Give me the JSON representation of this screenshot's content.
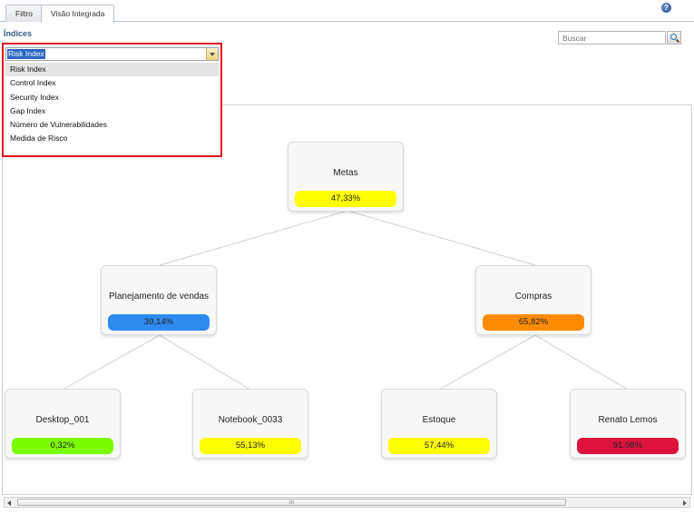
{
  "tabs": [
    {
      "label": "Filtro"
    },
    {
      "label": "Visão Integrada"
    }
  ],
  "header": {
    "section_title": "Índices",
    "search_placeholder": "Buscar",
    "help_glyph": "?"
  },
  "dropdown": {
    "selected": "Risk Index",
    "options": [
      "Risk Index",
      "Control Index",
      "Security Index",
      "Gap Index",
      "Número de Vulnerabilidades",
      "Medida de Risco"
    ]
  },
  "tree": {
    "root": {
      "name": "Metas",
      "value": "47,33%",
      "color": "#ffff00"
    },
    "level1": [
      {
        "name": "Planejamento de vendas",
        "value": "39,14%",
        "color": "#2e8cf0"
      },
      {
        "name": "Compras",
        "value": "65,82%",
        "color": "#ff8c00"
      }
    ],
    "level2": [
      {
        "name": "Desktop_001",
        "value": "0,32%",
        "color": "#7cfc00"
      },
      {
        "name": "Notebook_0033",
        "value": "55,13%",
        "color": "#ffff00"
      },
      {
        "name": "Estoque",
        "value": "57,44%",
        "color": "#ffff00"
      },
      {
        "name": "Renato Lemos",
        "value": "91,08%",
        "color": "#dc143c"
      }
    ]
  },
  "scrollbar": {
    "grip": "III"
  }
}
